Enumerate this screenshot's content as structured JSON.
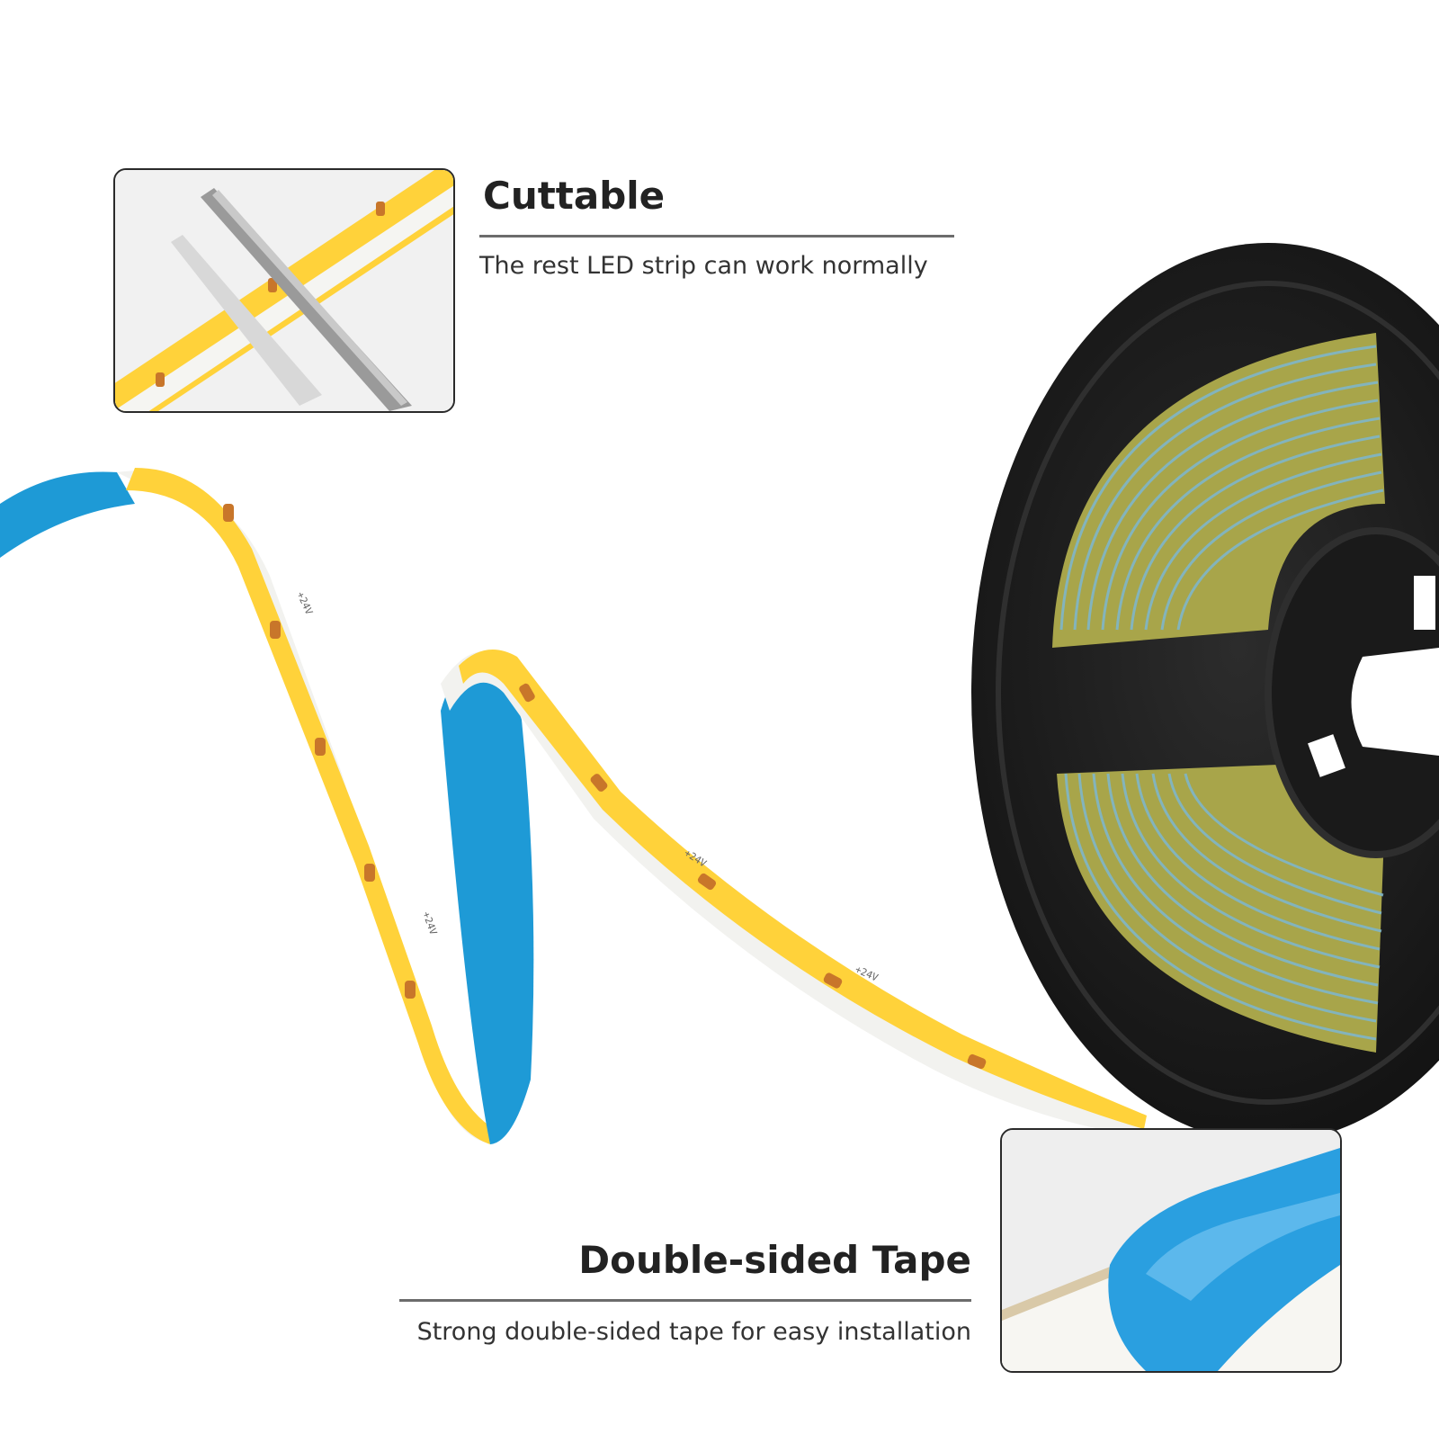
{
  "features": {
    "cuttable": {
      "title": "Cuttable",
      "description": "The rest LED strip can work normally"
    },
    "tape": {
      "title": "Double-sided Tape",
      "description": "Strong double-sided tape for easy installation"
    }
  },
  "strip_markings": {
    "voltage_label": "+24V"
  },
  "colors": {
    "led_yellow": "#ffd23a",
    "backing_blue": "#1e9ad6",
    "reel_black": "#1b1b1b",
    "heading_text": "#222222",
    "rule_gray": "#6c6c6c"
  }
}
